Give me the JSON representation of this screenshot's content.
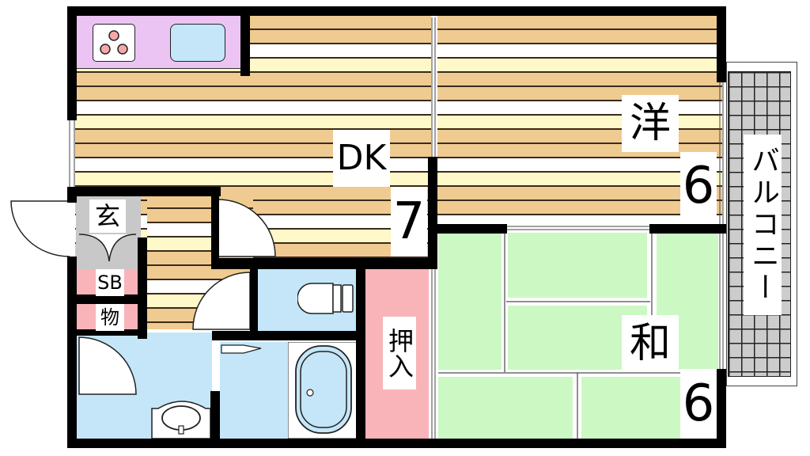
{
  "floor_plan": {
    "rooms": {
      "dk": {
        "label": "DK",
        "size": "7"
      },
      "western": {
        "label": "洋",
        "size": "6"
      },
      "japanese": {
        "label": "和",
        "size": "6"
      },
      "entrance": {
        "label": "玄"
      },
      "shoe_box": {
        "label": "SB"
      },
      "storage": {
        "label": "物"
      },
      "closet": {
        "label": "押入"
      },
      "balcony": {
        "label": "バルコニー"
      }
    },
    "colors": {
      "wall": "#000000",
      "wood_floor": "#efcb91",
      "wood_floor_light": "#fff8c8",
      "tatami": "#ccf8c4",
      "wet_area": "#c4e6f8",
      "storage": "#f8b4b8",
      "kitchen": "#ecc4f4",
      "balcony": "#cccccc",
      "entrance": "#c8c8c8"
    }
  }
}
